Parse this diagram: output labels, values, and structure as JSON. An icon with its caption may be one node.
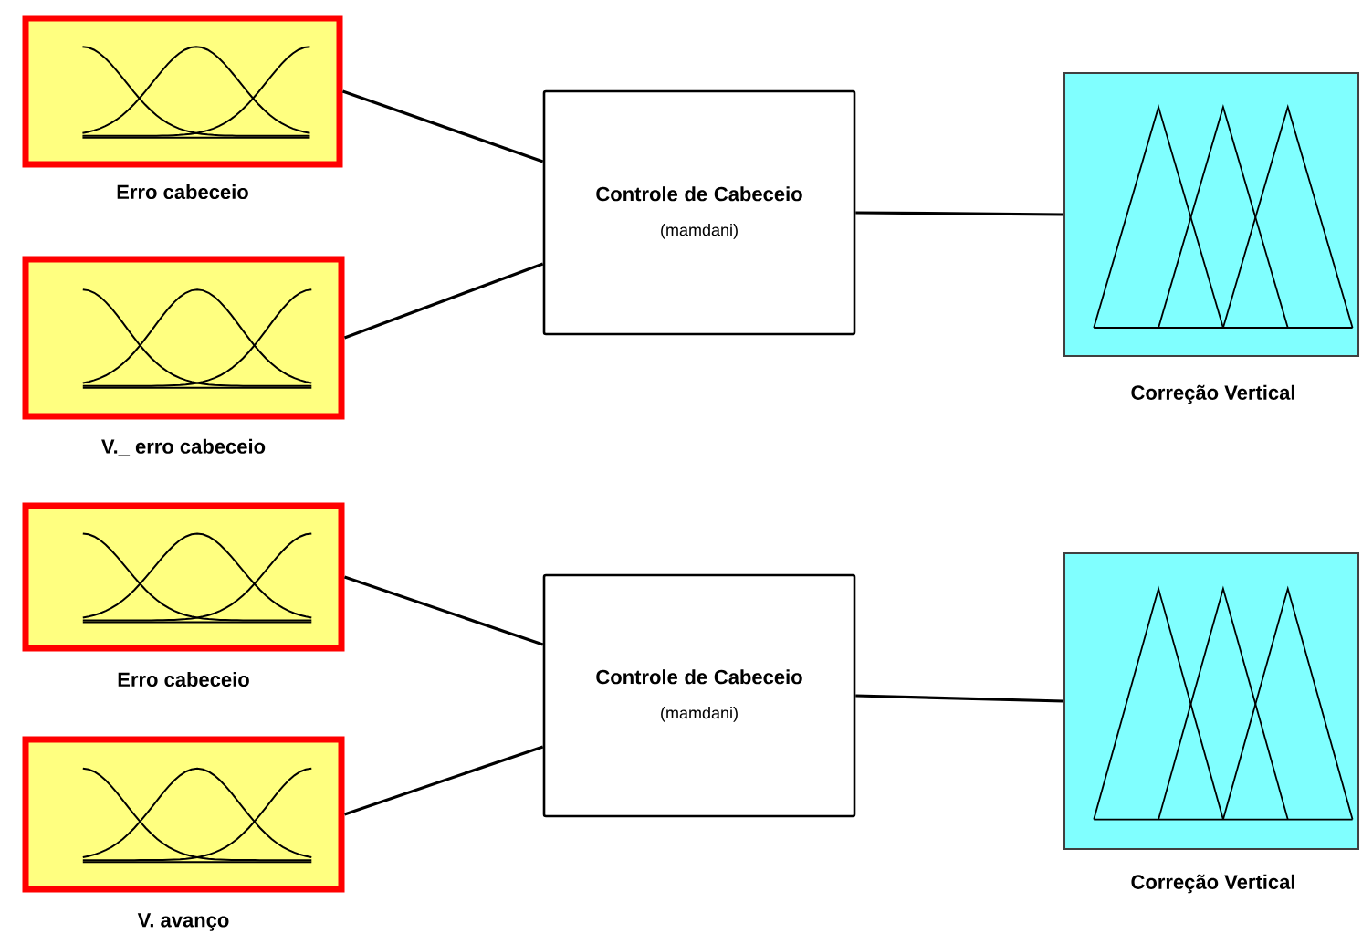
{
  "diagram": {
    "nodes": [
      {
        "text": [
          "Erro cabeceio"
        ]
      },
      {
        "text": [
          "V._ erro cabeceio"
        ]
      },
      {
        "text": [
          "Controle de Cabeceio",
          "(mamdani)"
        ]
      },
      {
        "text": [
          "Correção Vertical"
        ]
      },
      {
        "text": [
          "Erro cabeceio"
        ]
      },
      {
        "text": [
          "V. avanço"
        ]
      },
      {
        "text": [
          "Controle de Cabeceio",
          "(mamdani)"
        ]
      },
      {
        "text": [
          "Correção Vertical"
        ]
      }
    ],
    "edges": [
      {
        "from": 0,
        "to": 2,
        "arrow": "none"
      },
      {
        "from": 1,
        "to": 2,
        "arrow": "none"
      },
      {
        "from": 2,
        "to": 3,
        "arrow": "none"
      },
      {
        "from": 4,
        "to": 6,
        "arrow": "none"
      },
      {
        "from": 5,
        "to": 6,
        "arrow": "none"
      },
      {
        "from": 6,
        "to": 7,
        "arrow": "none"
      }
    ]
  }
}
